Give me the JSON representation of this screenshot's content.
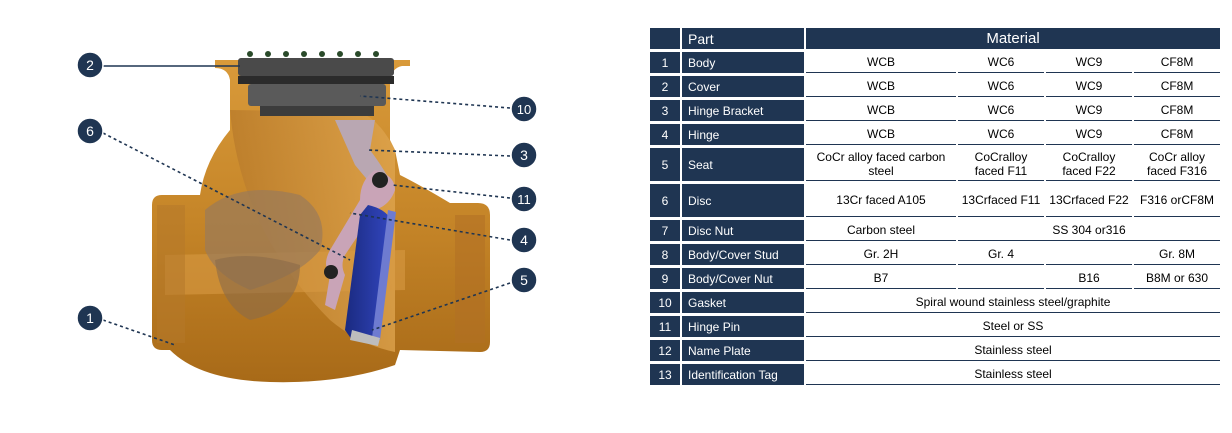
{
  "colors": {
    "header_bg": "#1f3552",
    "callout_circle": "#1f3552",
    "body_color": "#c98a2c",
    "disc_color": "#2238a6",
    "hinge_color": "#c9a4b7"
  },
  "callouts": [
    "2",
    "6",
    "1",
    "10",
    "3",
    "11",
    "4",
    "5"
  ],
  "table": {
    "headers": {
      "part": "Part",
      "material": "Material"
    },
    "rows": [
      {
        "no": "1",
        "part": "Body",
        "m1": "WCB",
        "m2": "WC6",
        "m3": "WC9",
        "m4": "CF8M"
      },
      {
        "no": "2",
        "part": "Cover",
        "m1": "WCB",
        "m2": "WC6",
        "m3": "WC9",
        "m4": "CF8M"
      },
      {
        "no": "3",
        "part": "Hinge Bracket",
        "m1": "WCB",
        "m2": "WC6",
        "m3": "WC9",
        "m4": "CF8M"
      },
      {
        "no": "4",
        "part": "Hinge",
        "m1": "WCB",
        "m2": "WC6",
        "m3": "WC9",
        "m4": "CF8M"
      },
      {
        "no": "5",
        "part": "Seat",
        "m1": "CoCr alloy faced carbon steel",
        "m2": "CoCralloy faced F11",
        "m3": "CoCralloy faced F22",
        "m4": "CoCr alloy faced F316"
      },
      {
        "no": "6",
        "part": "Disc",
        "m1": "13Cr faced A105",
        "m2": "13Crfaced F11",
        "m3": "13Crfaced F22",
        "m4": "F316 orCF8M"
      },
      {
        "no": "7",
        "part": "Disc Nut",
        "a": "Carbon steel",
        "b": "SS 304 or316"
      },
      {
        "no": "8",
        "part": "Body/Cover Stud",
        "m1": "Gr. 2H",
        "m2": "Gr. 4",
        "m3": "",
        "m4": "Gr. 8M"
      },
      {
        "no": "9",
        "part": "Body/Cover Nut",
        "m1": "B7",
        "m2": "",
        "m3": "B16",
        "m4": "B8M or 630"
      },
      {
        "no": "10",
        "part": "Gasket",
        "full": "Spiral wound stainless steel/graphite"
      },
      {
        "no": "11",
        "part": "Hinge Pin",
        "full": "Steel or SS"
      },
      {
        "no": "12",
        "part": "Name Plate",
        "full": "Stainless steel"
      },
      {
        "no": "13",
        "part": "Identification Tag",
        "full": "Stainless steel"
      }
    ]
  }
}
